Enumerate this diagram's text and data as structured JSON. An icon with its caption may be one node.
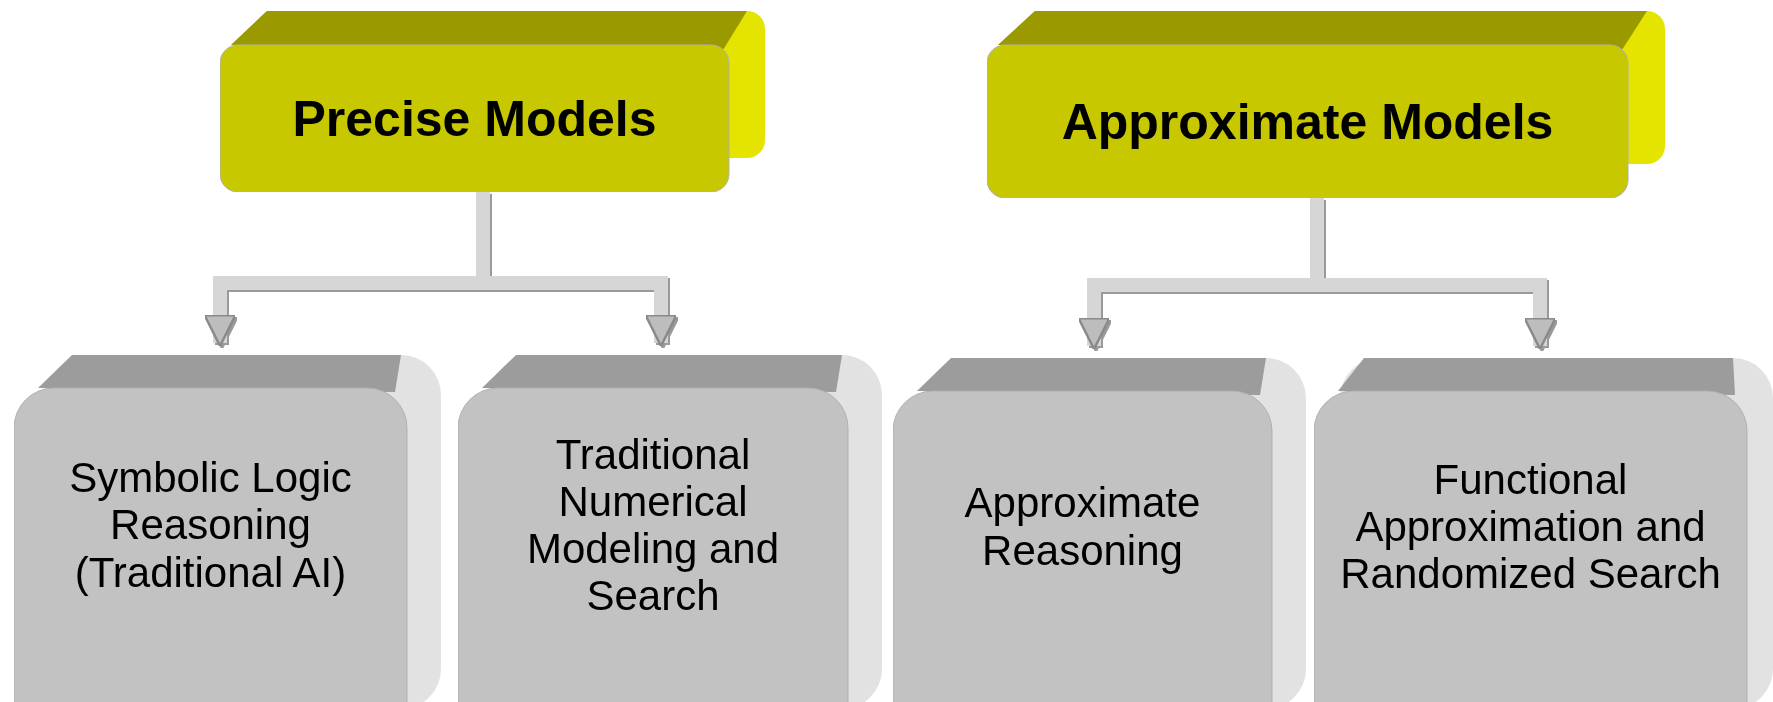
{
  "diagram": {
    "nodes": [
      {
        "text": [
          "Precise Models"
        ]
      },
      {
        "text": [
          "Approximate Models"
        ]
      },
      {
        "text": [
          "Symbolic Logic Reasoning (Traditional AI)"
        ]
      },
      {
        "text": [
          "Traditional Numerical Modeling and Search"
        ]
      },
      {
        "text": [
          "Approximate Reasoning"
        ]
      },
      {
        "text": [
          "Functional Approximation and Randomized Search"
        ]
      }
    ],
    "edges": [
      {
        "from": 0,
        "to": 2,
        "arrow": "to"
      },
      {
        "from": 0,
        "to": 3,
        "arrow": "to"
      },
      {
        "from": 1,
        "to": 4,
        "arrow": "to"
      },
      {
        "from": 1,
        "to": 5,
        "arrow": "to"
      }
    ]
  }
}
